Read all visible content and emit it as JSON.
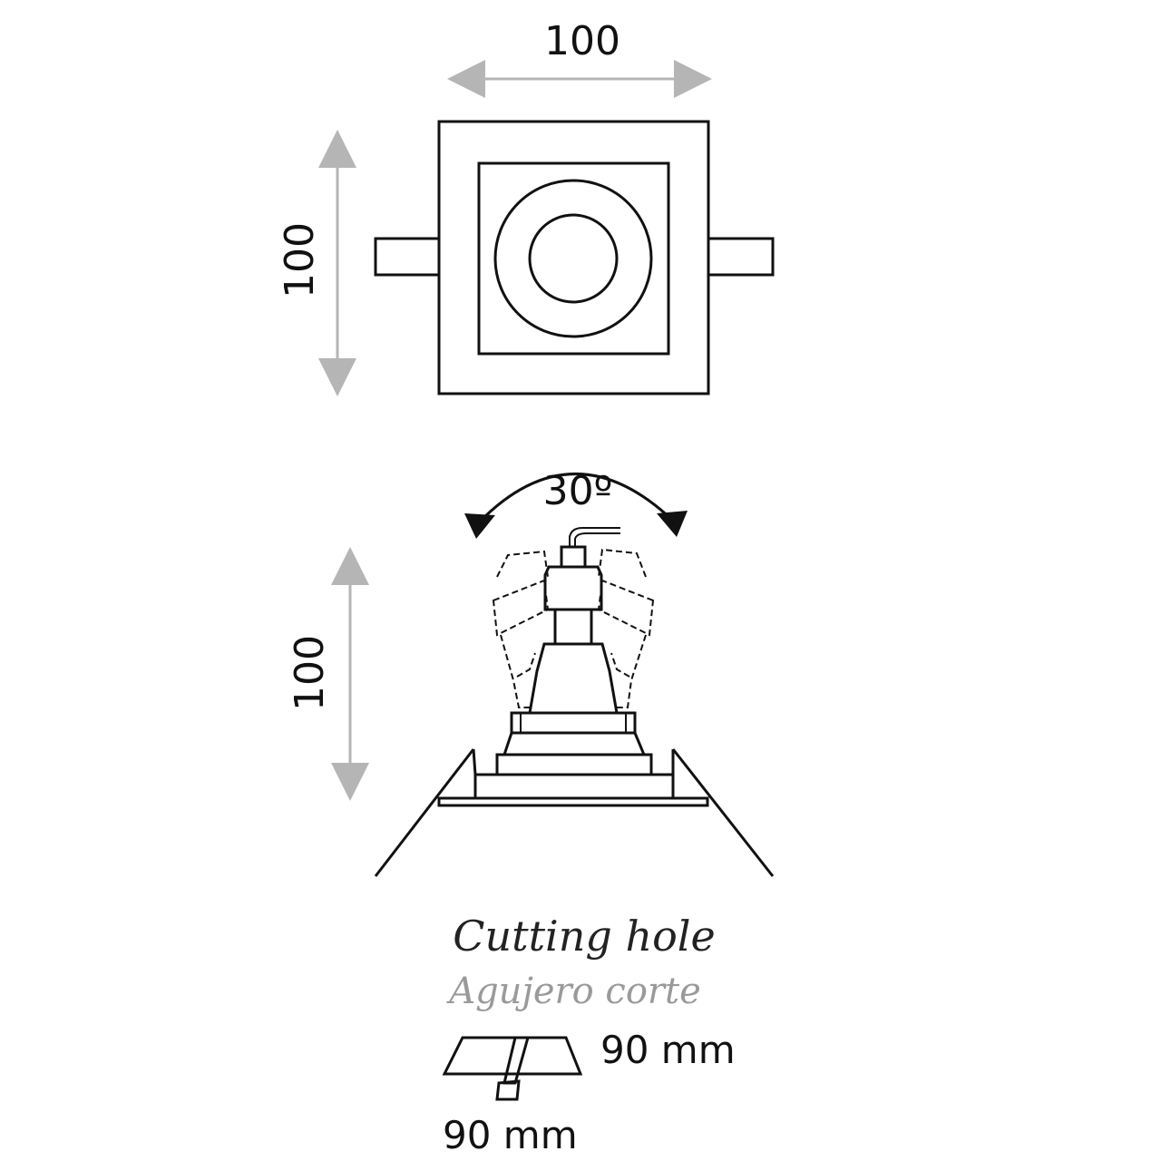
{
  "top_view": {
    "width_label": "100",
    "height_label": "100"
  },
  "side_view": {
    "angle_label": "30º",
    "height_label": "100"
  },
  "cutting_hole": {
    "title": "Cutting hole",
    "subtitle": "Agujero corte",
    "dim_horizontal": "90 mm",
    "dim_depth": "90 mm"
  },
  "colors": {
    "line": "#111111",
    "dimension_arrow": "#b5b5b5",
    "subtitle": "#9a9a9a"
  }
}
